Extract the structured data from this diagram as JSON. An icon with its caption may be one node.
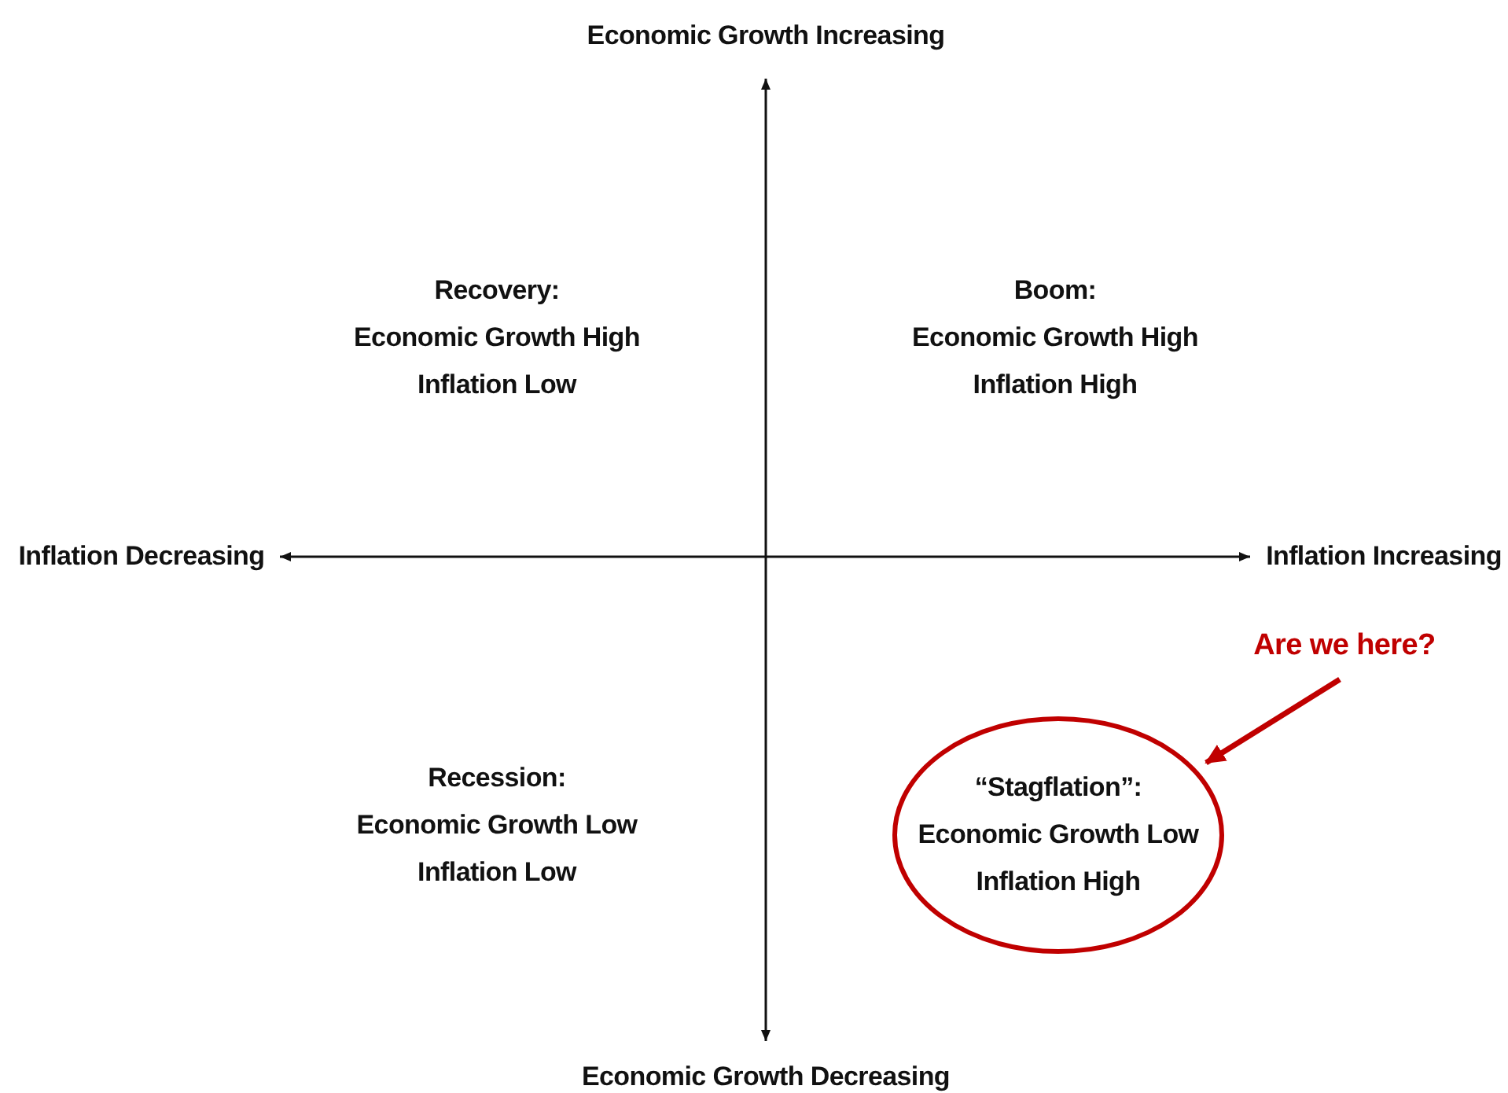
{
  "diagram": {
    "nodes": [
      {
        "text": [
          "“Stagflation”:",
          "Economic Growth Low Inflation High"
        ]
      },
      {
        "text": [
          "Are we here?"
        ]
      }
    ],
    "edges": [
      {
        "from": 1,
        "to": 0,
        "arrow": "to",
        "color": "#c00000"
      }
    ],
    "labels": [
      "Economic Growth Increasing",
      "Recovery:",
      "Economic Growth High Inflation Low",
      "Boom:",
      "Economic Growth High Inflation High",
      "Inflation Decreasing",
      "Inflation Increasing",
      "Recession:",
      "Economic Growth Low Inflation Low",
      "Economic Growth Decreasing"
    ]
  }
}
